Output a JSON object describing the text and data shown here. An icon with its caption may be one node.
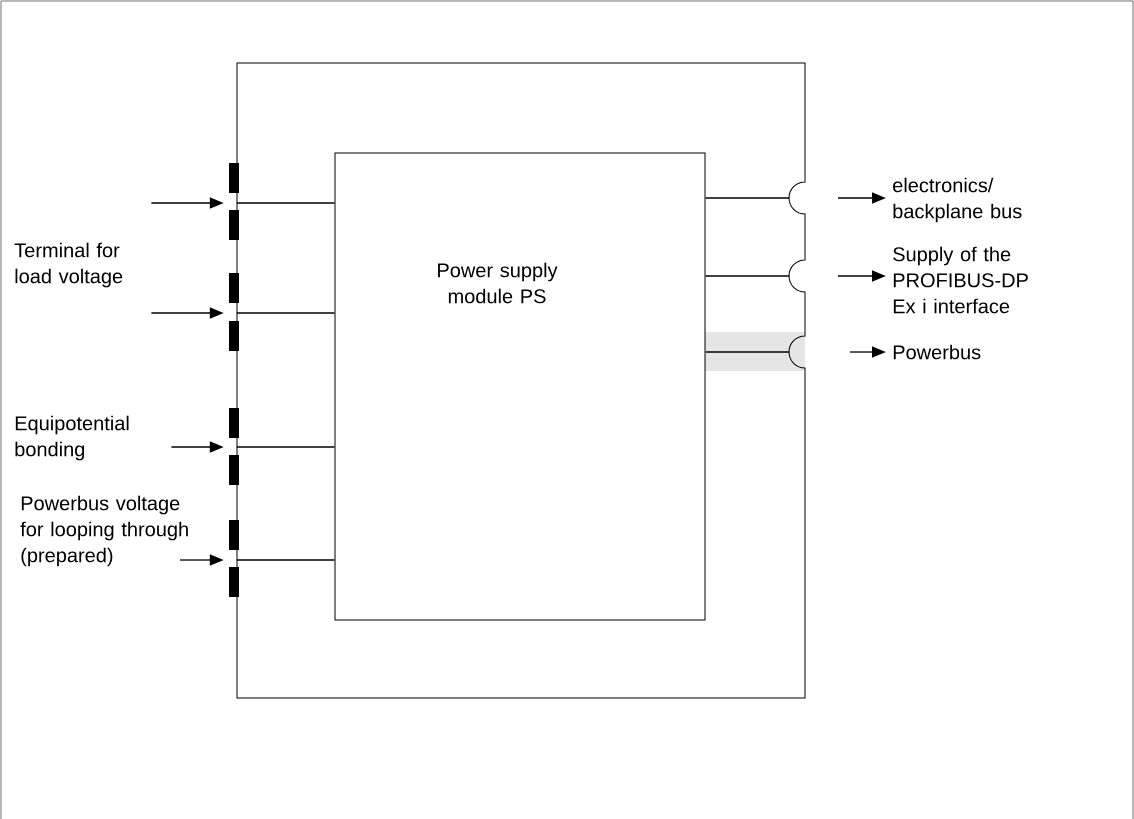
{
  "diagram": {
    "nodes": [
      {
        "text": [],
        "shape": "box"
      },
      {
        "text": [
          "Power supply module PS"
        ],
        "in": 0
      },
      {
        "text": [
          "electronics/ backplane bus"
        ]
      },
      {
        "text": [
          "Supply of the PROFIBUS-DP Ex i interface"
        ]
      },
      {
        "text": [
          "Powerbus"
        ]
      },
      {
        "text": [
          "Terminal for load voltage"
        ]
      },
      {
        "text": [
          "Equipotential bonding"
        ]
      },
      {
        "text": [
          "Powerbus voltage for looping through (prepared)"
        ]
      }
    ],
    "edges": [
      {
        "from": 5,
        "to": 0,
        "arrow": "to"
      },
      {
        "from": 5,
        "to": 0,
        "arrow": "to"
      },
      {
        "from": 6,
        "to": 0,
        "arrow": "to"
      },
      {
        "from": 7,
        "to": 0,
        "arrow": "to"
      },
      {
        "from": 1,
        "to": 0,
        "arrow": "none"
      },
      {
        "from": 1,
        "to": 0,
        "arrow": "none"
      },
      {
        "from": 1,
        "to": 0,
        "arrow": "none"
      },
      {
        "from": 1,
        "to": 0,
        "arrow": "none"
      },
      {
        "from": 1,
        "to": 0,
        "arrow": "none"
      },
      {
        "from": 1,
        "to": 0,
        "arrow": "none"
      },
      {
        "from": 1,
        "to": 0,
        "arrow": "none"
      },
      {
        "from": null,
        "to": 2,
        "arrow": "to"
      },
      {
        "from": null,
        "to": 3,
        "arrow": "to"
      },
      {
        "from": null,
        "to": 4,
        "arrow": "to"
      }
    ]
  }
}
